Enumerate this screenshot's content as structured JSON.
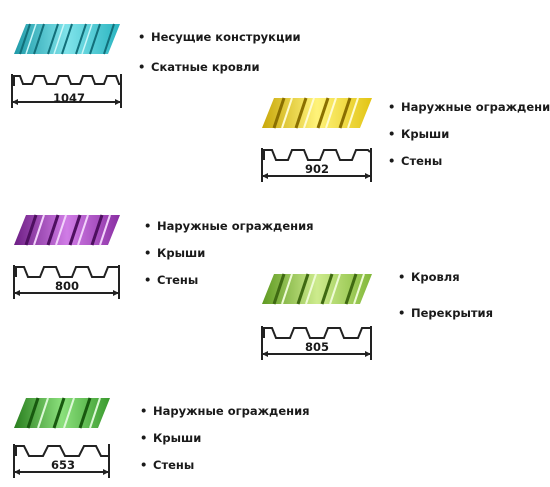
{
  "profiles": [
    {
      "width_label": "1047",
      "color": "#3fc9d3",
      "uses": [
        "Несущие конструкции",
        "Скатные кровли"
      ]
    },
    {
      "width_label": "902",
      "color": "#f0d21e",
      "uses": [
        "Наружные ограждения",
        "Крыши",
        "Стены"
      ]
    },
    {
      "width_label": "800",
      "color": "#9a35b4",
      "uses": [
        "Наружные ограждения",
        "Крыши",
        "Стены"
      ]
    },
    {
      "width_label": "805",
      "color": "#8fc43c",
      "uses": [
        "Кровля",
        "Перекрытия"
      ]
    },
    {
      "width_label": "653",
      "color": "#3faa35",
      "uses": [
        "Наружные ограждения",
        "Крыши",
        "Стены"
      ]
    }
  ]
}
